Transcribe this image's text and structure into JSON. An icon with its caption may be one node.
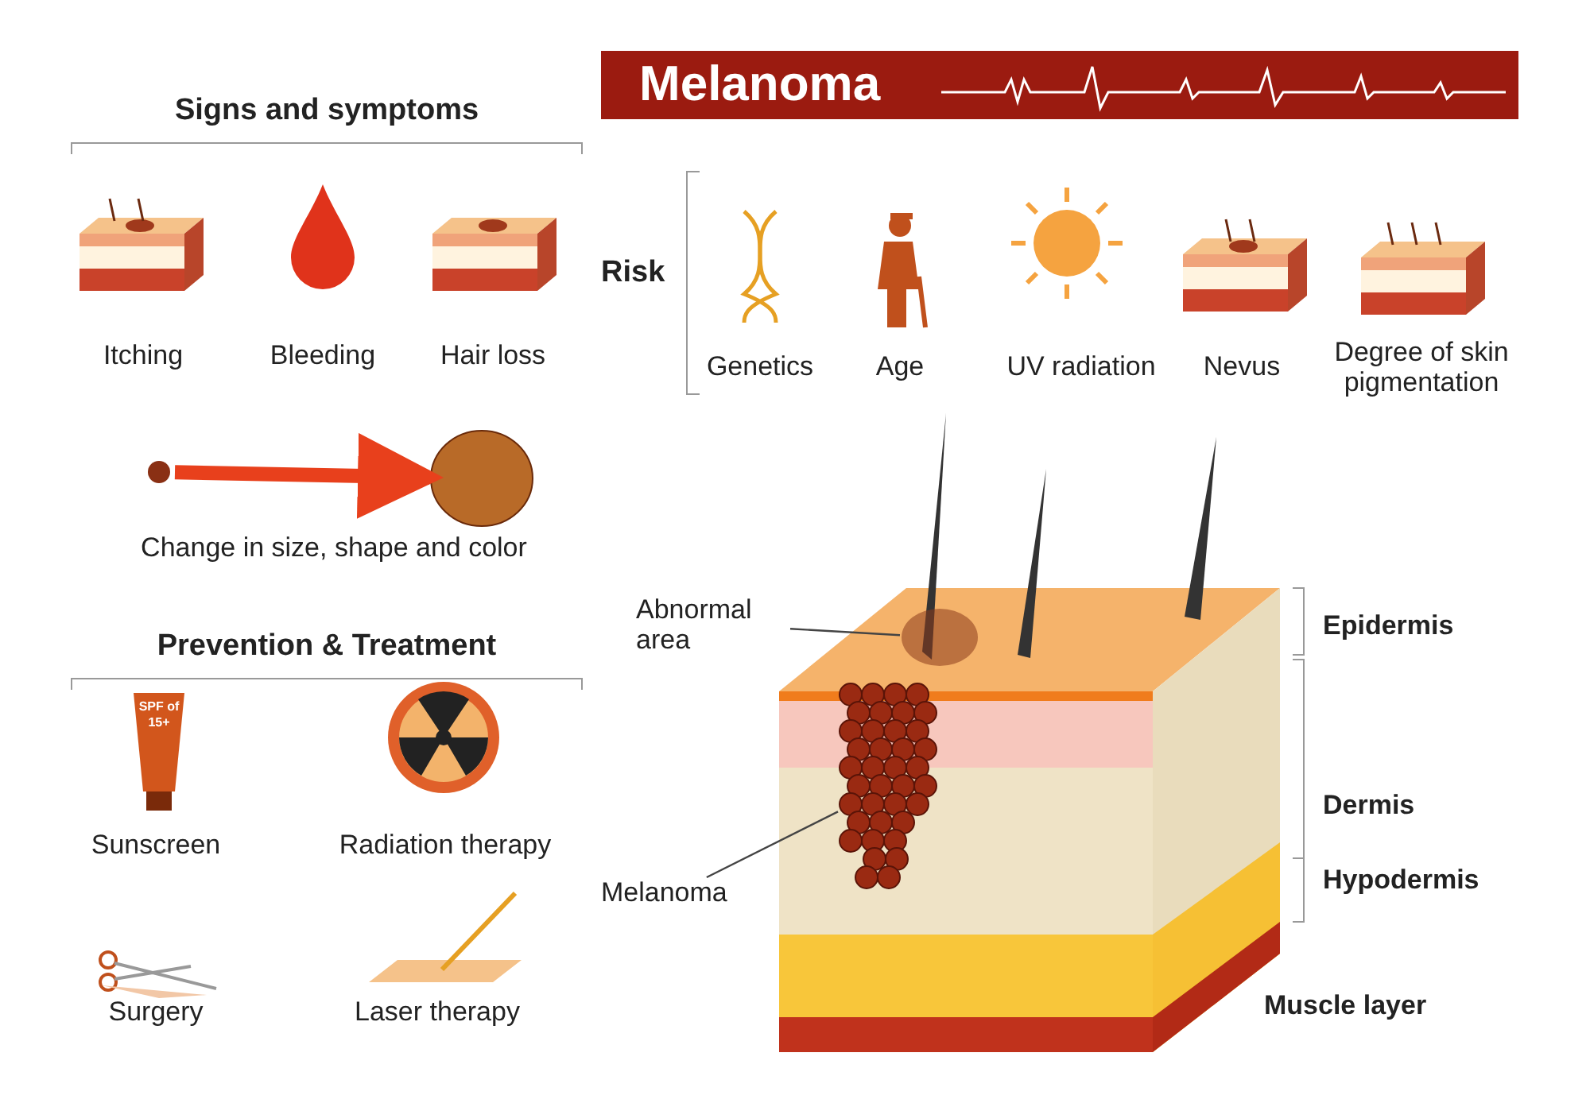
{
  "diagram": {
    "title": "Melanoma",
    "nodes": [
      {
        "text": [
          "Abnormal area"
        ]
      },
      {
        "text": [],
        "shape": "circle"
      },
      {
        "text": [
          "Melanoma"
        ]
      },
      {
        "text": [],
        "shape": "picture"
      },
      {
        "text": [],
        "shape": "circle"
      },
      {
        "text": [],
        "shape": "circle"
      }
    ],
    "edges": [
      {
        "from": 0,
        "to": 1,
        "arrow": "none"
      },
      {
        "from": 2,
        "to": 3,
        "arrow": "none"
      },
      {
        "from": 4,
        "to": 5,
        "arrow": "to",
        "style": "thick",
        "color": "#e8401c"
      }
    ],
    "labels": [
      "Signs and symptoms",
      "Itching",
      "Bleeding",
      "Hair loss",
      "Change in size, shape and color",
      "Risk",
      "Genetics",
      "Age",
      "UV radiation",
      "Nevus",
      "Degree of skin pigmentation",
      "Epidermis",
      "Dermis",
      "Hypodermis",
      "Muscle layer",
      "Prevention & Treatment",
      "SPF of 15+",
      "Sunscreen",
      "Radiation therapy",
      "Surgery",
      "Laser therapy"
    ]
  }
}
